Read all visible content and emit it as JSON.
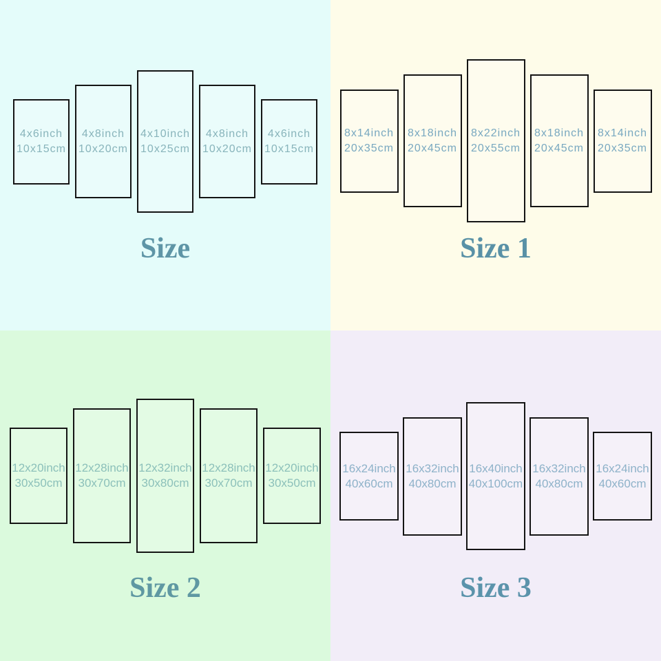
{
  "quadrants": [
    {
      "title": "Size",
      "bg": "#e4fcfa",
      "panel_text_color": "#88b4bb",
      "title_color": "#5e95a6",
      "panels": [
        {
          "inch": "4x6inch",
          "cm": "10x15cm"
        },
        {
          "inch": "4x8inch",
          "cm": "10x20cm"
        },
        {
          "inch": "4x10inch",
          "cm": "10x25cm"
        },
        {
          "inch": "4x8inch",
          "cm": "10x20cm"
        },
        {
          "inch": "4x6inch",
          "cm": "10x15cm"
        }
      ]
    },
    {
      "title": "Size 1",
      "bg": "#fefce9",
      "panel_text_color": "#78a8c0",
      "title_color": "#5991a6",
      "panels": [
        {
          "inch": "8x14inch",
          "cm": "20x35cm"
        },
        {
          "inch": "8x18inch",
          "cm": "20x45cm"
        },
        {
          "inch": "8x22inch",
          "cm": "20x55cm"
        },
        {
          "inch": "8x18inch",
          "cm": "20x45cm"
        },
        {
          "inch": "8x14inch",
          "cm": "20x35cm"
        }
      ]
    },
    {
      "title": "Size 2",
      "bg": "#dbfadd",
      "panel_text_color": "#8cc0ba",
      "title_color": "#5f98a2",
      "panels": [
        {
          "inch": "12x20inch",
          "cm": "30x50cm"
        },
        {
          "inch": "12x28inch",
          "cm": "30x70cm"
        },
        {
          "inch": "12x32inch",
          "cm": "30x80cm"
        },
        {
          "inch": "12x28inch",
          "cm": "30x70cm"
        },
        {
          "inch": "12x20inch",
          "cm": "30x50cm"
        }
      ]
    },
    {
      "title": "Size 3",
      "bg": "#f2edf8",
      "panel_text_color": "#8eb2c9",
      "title_color": "#5b93ab",
      "panels": [
        {
          "inch": "16x24inch",
          "cm": "40x60cm"
        },
        {
          "inch": "16x32inch",
          "cm": "40x80cm"
        },
        {
          "inch": "16x40inch",
          "cm": "40x100cm"
        },
        {
          "inch": "16x32inch",
          "cm": "40x80cm"
        },
        {
          "inch": "16x24inch",
          "cm": "40x60cm"
        }
      ]
    }
  ]
}
